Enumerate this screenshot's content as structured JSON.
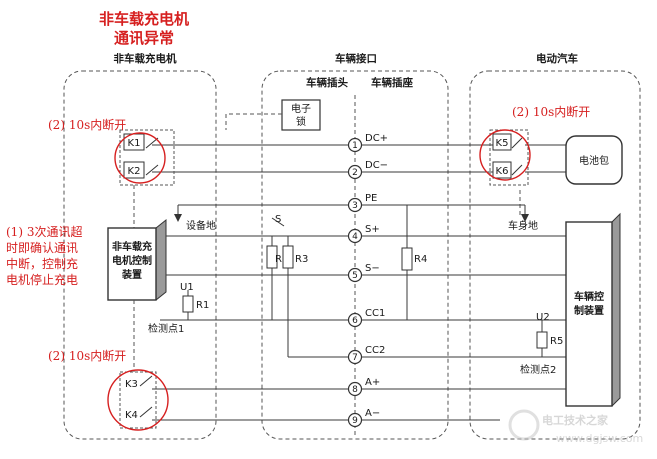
{
  "title": {
    "line1": "非车载充电机",
    "line2": "通讯异常"
  },
  "sections": {
    "charger": "非车载充电机",
    "interface": "车辆接口",
    "vehicle": "电动汽车",
    "plug": "车辆插头",
    "socket": "车辆插座"
  },
  "annotations": {
    "k1k2": "(2) 10s内断开",
    "k5k6": "(2) 10s内断开",
    "k3k4": "(2) 10s内断开",
    "timeout": [
      "(1) 3次通讯超",
      "时即确认通讯",
      "中断，控制充",
      "电机停止充电"
    ]
  },
  "components": {
    "lock": [
      "电子",
      "锁"
    ],
    "charger_ctrl": [
      "非车载充",
      "电机控制",
      "装置"
    ],
    "vehicle_ctrl": [
      "车辆控",
      "制装置"
    ],
    "battery": "电池包",
    "K1": "K1",
    "K2": "K2",
    "K3": "K3",
    "K4": "K4",
    "K5": "K5",
    "K6": "K6",
    "R1": "R1",
    "R2": "R2",
    "R3": "R3",
    "R4": "R4",
    "R5": "R5",
    "U1": "U1",
    "U2": "U2",
    "S": "S",
    "equipment_ground": "设备地",
    "body_ground": "车身地",
    "check1": "检测点1",
    "check2": "检测点2"
  },
  "pins": [
    {
      "num": "1",
      "label": "DC+"
    },
    {
      "num": "2",
      "label": "DC−"
    },
    {
      "num": "3",
      "label": "PE"
    },
    {
      "num": "4",
      "label": "S+"
    },
    {
      "num": "5",
      "label": "S−"
    },
    {
      "num": "6",
      "label": "CC1"
    },
    {
      "num": "7",
      "label": "CC2"
    },
    {
      "num": "8",
      "label": "A+"
    },
    {
      "num": "9",
      "label": "A−"
    }
  ],
  "watermark": {
    "brand": "电工技术之家",
    "url": "www.dgjsw.com"
  },
  "colors": {
    "highlight": "#d62020",
    "line": "#3a3a3a"
  }
}
